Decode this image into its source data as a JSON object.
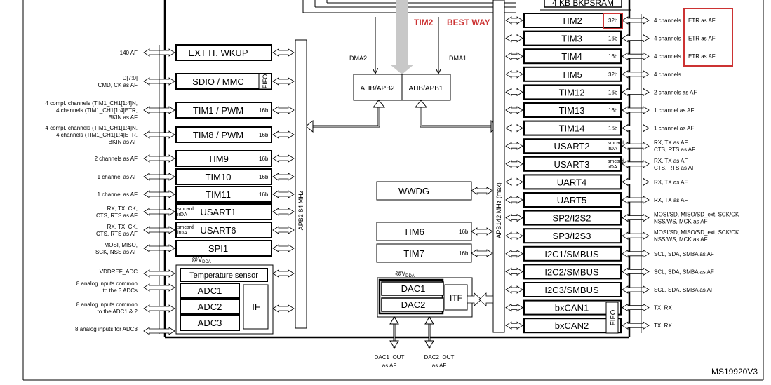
{
  "header": {
    "bkpsram": "4 KB BKPSRAM",
    "tim2_note": "TIM2",
    "best_way": "BEST WAY",
    "ref": "MS19920V3"
  },
  "colors": {
    "accent_red": "#cc3333",
    "gray_arrow": "#c8c8c8",
    "line": "#000000"
  },
  "bus": {
    "dma2": "DMA2",
    "dma1": "DMA1",
    "ahb_apb2": "AHB/APB2",
    "ahb_apb1": "AHB/APB1",
    "apb2_label": "APB2 84 MHz",
    "apb1_label": "APB142 MHz (max)"
  },
  "left_blocks": [
    {
      "name": "EXT IT. WKUP",
      "bits": "",
      "pins": [
        "140 AF"
      ]
    },
    {
      "name": "SDIO / MMC",
      "bits": "",
      "fifo": "FIFO",
      "pins": [
        "D[7:0]",
        "CMD, CK as AF"
      ]
    },
    {
      "name": "TIM1 / PWM",
      "bits": "16b",
      "pins": [
        "4 compl. channels (TIM1_CH1[1:4]N,",
        "4 channels (TIM1_CH1[1:4]ETR,",
        "BKIN as AF"
      ]
    },
    {
      "name": "TIM8 / PWM",
      "bits": "16b",
      "pins": [
        "4 compl. channels (TIM1_CH1[1:4]N,",
        "4 channels (TIM1_CH1[1:4]ETR,",
        "BKIN as AF"
      ]
    },
    {
      "name": "TIM9",
      "bits": "16b",
      "pins": [
        "2 channels as AF"
      ]
    },
    {
      "name": "TIM10",
      "bits": "16b",
      "pins": [
        "1 channel as AF"
      ]
    },
    {
      "name": "TIM11",
      "bits": "16b",
      "pins": [
        "1 channel as AF"
      ]
    },
    {
      "name": "USART1",
      "bits": "",
      "side": [
        "smcard",
        "irDA"
      ],
      "pins": [
        "RX, TX, CK,",
        "CTS, RTS as AF"
      ]
    },
    {
      "name": "USART6",
      "bits": "",
      "side": [
        "smcard",
        "irDA"
      ],
      "pins": [
        "RX, TX, CK,",
        "CTS, RTS as AF"
      ]
    },
    {
      "name": "SPI1",
      "bits": "",
      "pins": [
        "MOSI, MISO,",
        "SCK, NSS as AF"
      ]
    }
  ],
  "adc": {
    "vdda": "@V",
    "vdda_sub": "DDA",
    "temp": "Temperature sensor",
    "adcs": [
      "ADC1",
      "ADC2",
      "ADC3"
    ],
    "if": "IF",
    "pins": [
      "VDDREF_ADC",
      "8 analog inputs common",
      "to the 3 ADCs",
      "8 analog inputs common",
      "to the ADC1 & 2",
      "8 analog inputs for ADC3"
    ]
  },
  "center_blocks": [
    {
      "name": "WWDG",
      "bits": ""
    },
    {
      "name": "TIM6",
      "bits": "16b"
    },
    {
      "name": "TIM7",
      "bits": "16b"
    }
  ],
  "dac": {
    "vdda": "@V",
    "vdda_sub": "DDA",
    "dacs": [
      "DAC1",
      "DAC2"
    ],
    "itf": "ITF",
    "out1": [
      "DAC1_OUT",
      "as AF"
    ],
    "out2": [
      "DAC2_OUT",
      "as AF"
    ]
  },
  "right_blocks": [
    {
      "name": "TIM2",
      "bits": "32b",
      "pins": [
        "4 channels",
        "ETR as AF"
      ]
    },
    {
      "name": "TIM3",
      "bits": "16b",
      "pins": [
        "4 channels",
        "ETR as AF"
      ]
    },
    {
      "name": "TIM4",
      "bits": "16b",
      "pins": [
        "4 channels",
        "ETR as AF"
      ]
    },
    {
      "name": "TIM5",
      "bits": "32b",
      "pins": [
        "4 channels"
      ]
    },
    {
      "name": "TIM12",
      "bits": "16b",
      "pins": [
        "2 channels as AF"
      ]
    },
    {
      "name": "TIM13",
      "bits": "16b",
      "pins": [
        "1 channel as AF"
      ]
    },
    {
      "name": "TIM14",
      "bits": "16b",
      "pins": [
        "1 channel as AF"
      ]
    },
    {
      "name": "USART2",
      "bits": "",
      "side": [
        "smcard",
        "irDA"
      ],
      "pins": [
        "RX, TX as AF",
        "CTS, RTS as AF"
      ]
    },
    {
      "name": "USART3",
      "bits": "",
      "side": [
        "smcard",
        "irDA"
      ],
      "pins": [
        "RX, TX as AF",
        "CTS, RTS as AF"
      ]
    },
    {
      "name": "UART4",
      "bits": "",
      "pins": [
        "RX, TX as AF"
      ]
    },
    {
      "name": "UART5",
      "bits": "",
      "pins": [
        "RX, TX as AF"
      ]
    },
    {
      "name": "SP2/I2S2",
      "bits": "",
      "pins": [
        "MOSI/SD, MISO/SD_ext, SCK/CK",
        "NSS/WS, MCK as AF"
      ]
    },
    {
      "name": "SP3/I2S3",
      "bits": "",
      "pins": [
        "MOSI/SD, MISO/SD_ext, SCK/CK",
        "NSS/WS, MCK as AF"
      ]
    },
    {
      "name": "I2C1/SMBUS",
      "bits": "",
      "pins": [
        "SCL, SDA, SMBA as AF"
      ]
    },
    {
      "name": "I2C2/SMBUS",
      "bits": "",
      "pins": [
        "SCL, SDA, SMBA as AF"
      ]
    },
    {
      "name": "I2C3/SMBUS",
      "bits": "",
      "pins": [
        "SCL, SDA, SMBA as AF"
      ]
    },
    {
      "name": "bxCAN1",
      "bits": "",
      "pins": [
        "TX, RX"
      ]
    },
    {
      "name": "bxCAN2",
      "bits": "",
      "pins": [
        "TX, RX"
      ]
    }
  ],
  "can_fifo": "FIFO"
}
